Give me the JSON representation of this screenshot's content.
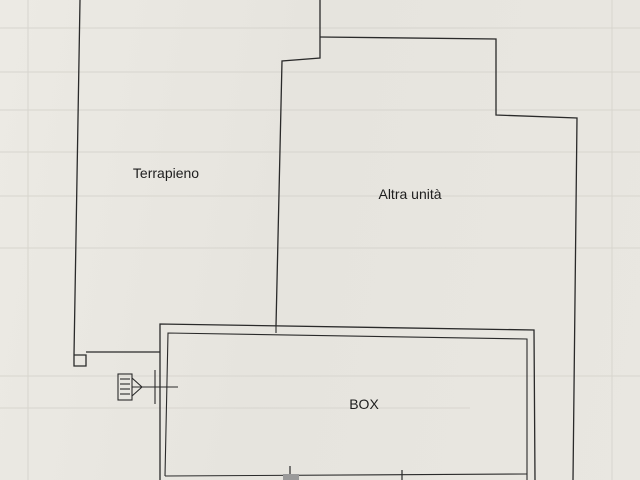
{
  "rooms": {
    "terrapieno": "Terrapieno",
    "altra_unita": "Altra unità",
    "box": "BOX"
  },
  "colors": {
    "paper": "#e8e6e0",
    "ink": "#2a2a2a",
    "faded_ink": "#cfcdc6"
  }
}
